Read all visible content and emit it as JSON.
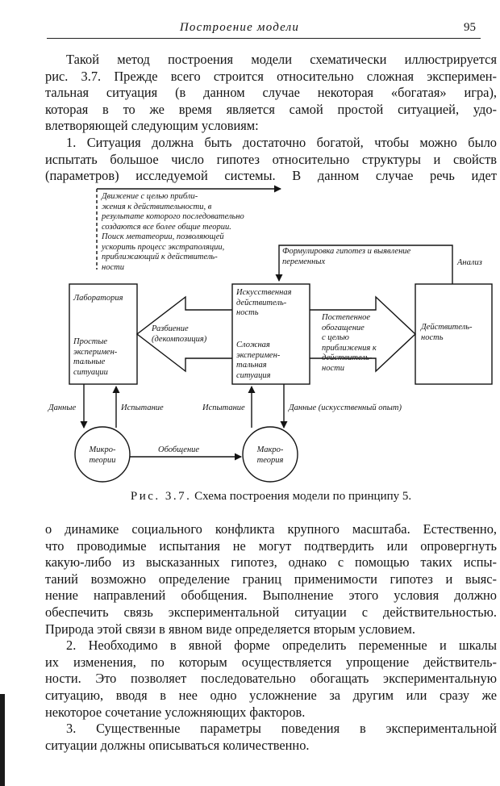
{
  "header": {
    "running_title": "Построение модели",
    "page_number": "95"
  },
  "text_before": [
    "Такой метод построения модели схематически иллюстрируется",
    "рис. 3.7. Прежде всего строится относительно сложная эксперимен-",
    "тальная ситуация (в данном случае некоторая «богатая» игра),",
    "которая в то же время является самой простой ситуацией, удо-",
    "влетворяющей следующим условиям:",
    "1. Ситуация должна быть достаточно богатой, чтобы можно было",
    "испытать большое число гипотез относительно структуры и свойств",
    "(параметров) исследуемой системы. В данном случае речь идет"
  ],
  "figure": {
    "top_note": [
      "Движение с целью прибли-",
      "жения к действительности, в",
      "результате которого последовательно",
      "создаются все более общие теории.",
      "Поиск метатеории, позволяющей",
      "ускорить процесс экстраполяции,",
      "приближающий к действитель-",
      "ности"
    ],
    "hypotheses_note": [
      "Формулировка гипотез и выявление",
      "переменных"
    ],
    "analysis_label": "Анализ",
    "lab_box": {
      "title": "Лаборатория",
      "sub": [
        "Простые",
        "эксперимен-",
        "тальные",
        "ситуации"
      ]
    },
    "artificial_box": {
      "title": [
        "Искусственная",
        "действитель-",
        "ность"
      ],
      "sub": [
        "Сложная",
        "эксперимен-",
        "тальная",
        "ситуация"
      ]
    },
    "reality_box": [
      "Действитель-",
      "ность"
    ],
    "decomposition_label": [
      "Разбиение",
      "(декомпозиция)"
    ],
    "approach_label": [
      "Постепенное",
      "обогащение",
      "с целью",
      "приближения к",
      "действитель-",
      "ности"
    ],
    "data_label_left": "Данные",
    "test_label_left": "Испытание",
    "test_label_right": "Испытание",
    "data_label_right": "Данные (искусственный опыт)",
    "micro_circle": [
      "Микро-",
      "теории"
    ],
    "generalization_label": "Обобщение",
    "macro_circle": [
      "Макро-",
      "теория"
    ]
  },
  "caption": {
    "label": "Рис. 3.7.",
    "text": "Схема построения модели по принципу 5."
  },
  "text_after": [
    "о динамике социального конфликта крупного масштаба. Естественно,",
    "что проводимые испытания не могут подтвердить или опровергнуть",
    "какую-либо из высказанных гипотез, однако с помощью таких испы-",
    "таний возможно определение границ применимости гипотез и выяс-",
    "нение направлений обобщения. Выполнение этого условия должно",
    "обеспечить связь экспериментальной ситуации с действительностью.",
    "Природа этой связи в явном виде определяется вторым условием.",
    "2. Необходимо в явной форме определить переменные и шкалы",
    "их изменения, по которым осуществляется упрощение действитель-",
    "ности. Это позволяет последовательно обогащать экспериментальную",
    "ситуацию, вводя в нее одно усложнение за другим или сразу же",
    "некоторое сочетание усложняющих факторов.",
    "3. Существенные параметры поведения в экспериментальной",
    "ситуации должны описываться количественно."
  ]
}
